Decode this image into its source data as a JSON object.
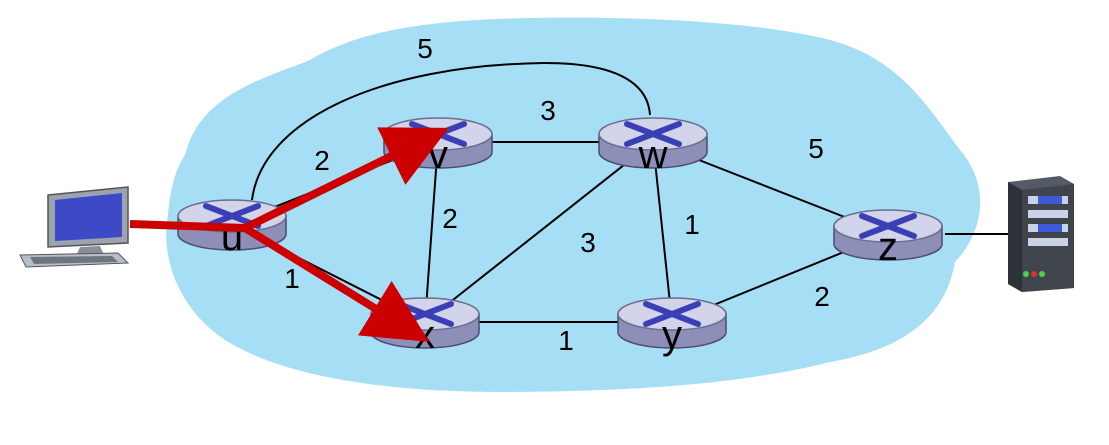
{
  "colors": {
    "cloud": "#a6dff5",
    "edge": "#000000",
    "arrow": "#cc0000",
    "router_body": "#8e8fb8",
    "router_top": "#d2d4ea",
    "router_cross": "#3a3fb6"
  },
  "nodes": [
    {
      "id": "u",
      "label": "u"
    },
    {
      "id": "v",
      "label": "v"
    },
    {
      "id": "w",
      "label": "w"
    },
    {
      "id": "x",
      "label": "x"
    },
    {
      "id": "y",
      "label": "y"
    },
    {
      "id": "z",
      "label": "z"
    }
  ],
  "edges": [
    {
      "from": "u",
      "to": "w",
      "weight": "5"
    },
    {
      "from": "u",
      "to": "v",
      "weight": "2"
    },
    {
      "from": "u",
      "to": "x",
      "weight": "1"
    },
    {
      "from": "v",
      "to": "w",
      "weight": "3"
    },
    {
      "from": "v",
      "to": "x",
      "weight": "2"
    },
    {
      "from": "x",
      "to": "w",
      "weight": "3"
    },
    {
      "from": "x",
      "to": "y",
      "weight": "1"
    },
    {
      "from": "w",
      "to": "y",
      "weight": "1"
    },
    {
      "from": "w",
      "to": "z",
      "weight": "5"
    },
    {
      "from": "y",
      "to": "z",
      "weight": "2"
    }
  ],
  "hosts": [
    {
      "id": "laptop",
      "icon": "computer-icon",
      "attached_to": "u"
    },
    {
      "id": "server",
      "icon": "server-icon",
      "attached_to": "z"
    }
  ],
  "highlighted_paths": [
    {
      "from": "laptop",
      "via": "u",
      "to": "v"
    },
    {
      "from": "laptop",
      "via": "u",
      "to": "x"
    }
  ]
}
